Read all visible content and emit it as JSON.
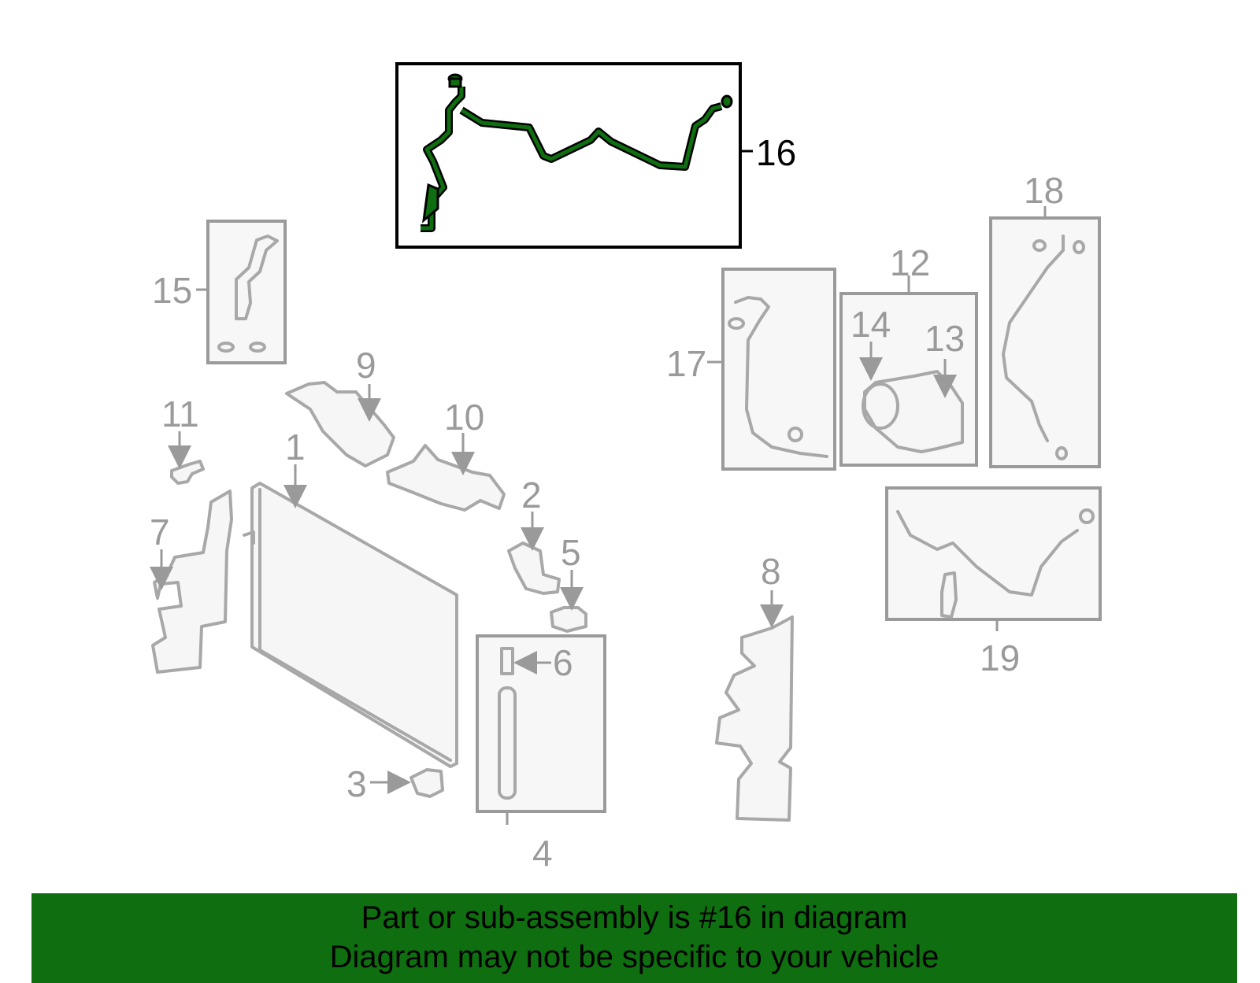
{
  "diagram": {
    "highlighted_part": "16",
    "callouts": {
      "c1": "1",
      "c2": "2",
      "c3": "3",
      "c4": "4",
      "c5": "5",
      "c6": "6",
      "c7": "7",
      "c8": "8",
      "c9": "9",
      "c10": "10",
      "c11": "11",
      "c12": "12",
      "c13": "13",
      "c14": "14",
      "c15": "15",
      "c16": "16",
      "c17": "17",
      "c18": "18",
      "c19": "19"
    },
    "colors": {
      "highlight": "#0f6e0f",
      "part_outline": "#a8a8a8",
      "box_fill": "#f7f7f7"
    }
  },
  "banner": {
    "line1": "Part or sub-assembly is #16 in diagram",
    "line2": "Diagram may not be specific to your vehicle"
  }
}
